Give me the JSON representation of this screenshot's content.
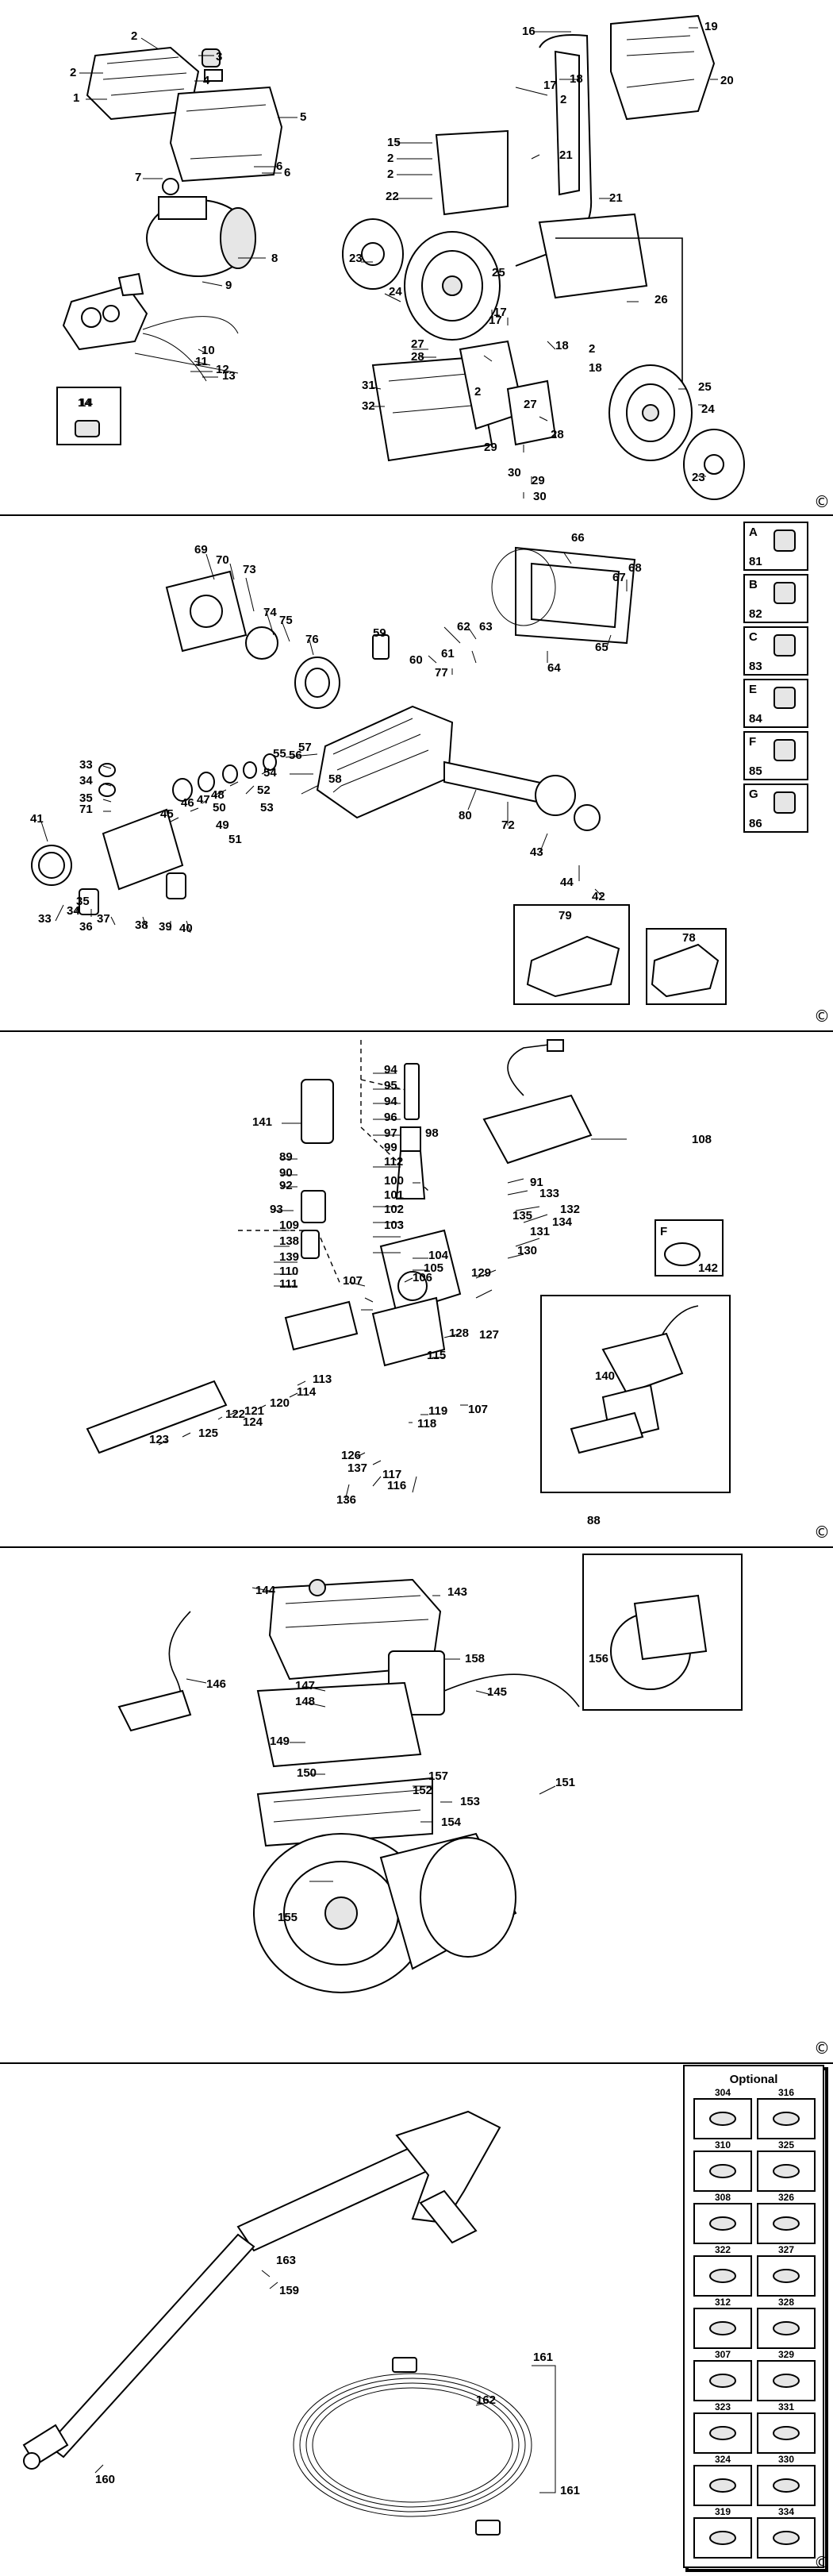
{
  "sections": [
    {
      "id": "frame",
      "callouts": [
        "1",
        "2",
        "2",
        "3",
        "4",
        "5",
        "6",
        "6",
        "7",
        "8",
        "9",
        "10",
        "11",
        "12",
        "13",
        "14",
        "15",
        "2",
        "2",
        "16",
        "17",
        "18",
        "2",
        "19",
        "20",
        "21",
        "21",
        "22",
        "23",
        "24",
        "25",
        "17",
        "26",
        "17",
        "18",
        "2",
        "18",
        "27",
        "28",
        "31",
        "32",
        "2",
        "27",
        "28",
        "29",
        "30",
        "29",
        "30",
        "25",
        "24",
        "23"
      ]
    },
    {
      "id": "pump",
      "callouts": [
        "69",
        "70",
        "73",
        "74",
        "75",
        "76",
        "59",
        "60",
        "62",
        "63",
        "61",
        "77",
        "66",
        "67",
        "68",
        "65",
        "64",
        "55",
        "54",
        "56",
        "57",
        "58",
        "52",
        "53",
        "50",
        "49",
        "51",
        "48",
        "47",
        "46",
        "45",
        "33",
        "34",
        "35",
        "71",
        "41",
        "33",
        "34",
        "35",
        "37",
        "36",
        "38",
        "39",
        "40",
        "80",
        "72",
        "43",
        "44",
        "42",
        "79",
        "78"
      ],
      "kit_boxes": [
        {
          "letter": "A",
          "number": "81"
        },
        {
          "letter": "B",
          "number": "82"
        },
        {
          "letter": "C",
          "number": "83"
        },
        {
          "letter": "E",
          "number": "84"
        },
        {
          "letter": "F",
          "number": "85"
        },
        {
          "letter": "G",
          "number": "86"
        }
      ]
    },
    {
      "id": "valve",
      "callouts": [
        "94",
        "95",
        "94",
        "96",
        "97",
        "98",
        "99",
        "141",
        "89",
        "90",
        "92",
        "93",
        "109",
        "138",
        "139",
        "110",
        "111",
        "112",
        "100",
        "101",
        "102",
        "103",
        "104",
        "105",
        "106",
        "107",
        "108",
        "91",
        "133",
        "132",
        "134",
        "135",
        "131",
        "130",
        "129",
        "128",
        "127",
        "115",
        "113",
        "114",
        "120",
        "121",
        "122",
        "124",
        "125",
        "123",
        "126",
        "137",
        "119",
        "118",
        "107",
        "117",
        "116",
        "136",
        "140",
        "88"
      ],
      "kit_box": {
        "letter": "F",
        "number": "142"
      }
    },
    {
      "id": "motor",
      "callouts": [
        "144",
        "143",
        "158",
        "145",
        "146",
        "147",
        "148",
        "149",
        "150",
        "157",
        "151",
        "152",
        "153",
        "154",
        "155",
        "156"
      ]
    },
    {
      "id": "hose",
      "callouts": [
        "163",
        "159",
        "160",
        "161",
        "162",
        "161"
      ],
      "optional": {
        "title": "Optional",
        "items": [
          "304",
          "316",
          "310",
          "325",
          "308",
          "326",
          "322",
          "327",
          "312",
          "328",
          "307",
          "329",
          "323",
          "331",
          "324",
          "330",
          "319",
          "334"
        ]
      }
    }
  ],
  "copyright_symbol": "©"
}
